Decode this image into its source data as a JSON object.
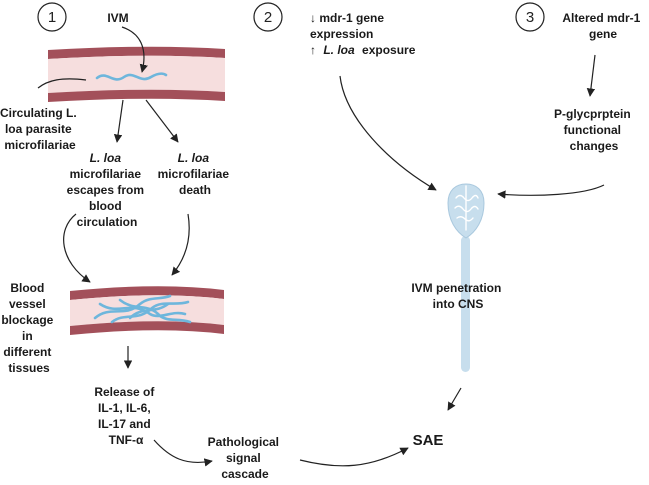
{
  "steps": [
    "1",
    "2",
    "3"
  ],
  "p1": {
    "ivm": "IVM",
    "circ": [
      "Circulating L.",
      "loa parasite",
      "microfilariae"
    ],
    "escape": [
      "L. loa",
      "microfilariae",
      "escapes from",
      "blood",
      "circulation"
    ],
    "death": [
      "L. loa",
      "microfilariae",
      "death"
    ],
    "block": [
      "Blood",
      "vessel",
      "blockage",
      "in",
      "different",
      "tissues"
    ],
    "release": [
      "Release of",
      "IL-1, IL-6,",
      "IL-17 and",
      "TNF-α"
    ],
    "patho": [
      "Pathological",
      "signal",
      "cascade"
    ]
  },
  "p2": {
    "line1": "↓ mdr-1 gene",
    "line2": "expression",
    "line3_arrow": "↑",
    "line3_species": "L. loa",
    "line3_rest": "exposure"
  },
  "p3": {
    "altered": [
      "Altered mdr-1",
      "gene"
    ],
    "pgp": [
      "P-glycprptein",
      "functional",
      "changes"
    ]
  },
  "cns": [
    "IVM  penetration",
    "into CNS"
  ],
  "sae": "SAE",
  "colors": {
    "vessel": "#a3505a",
    "lumen": "#f6dede",
    "worm": "#6eb6dc",
    "cns": "#c7deed"
  }
}
